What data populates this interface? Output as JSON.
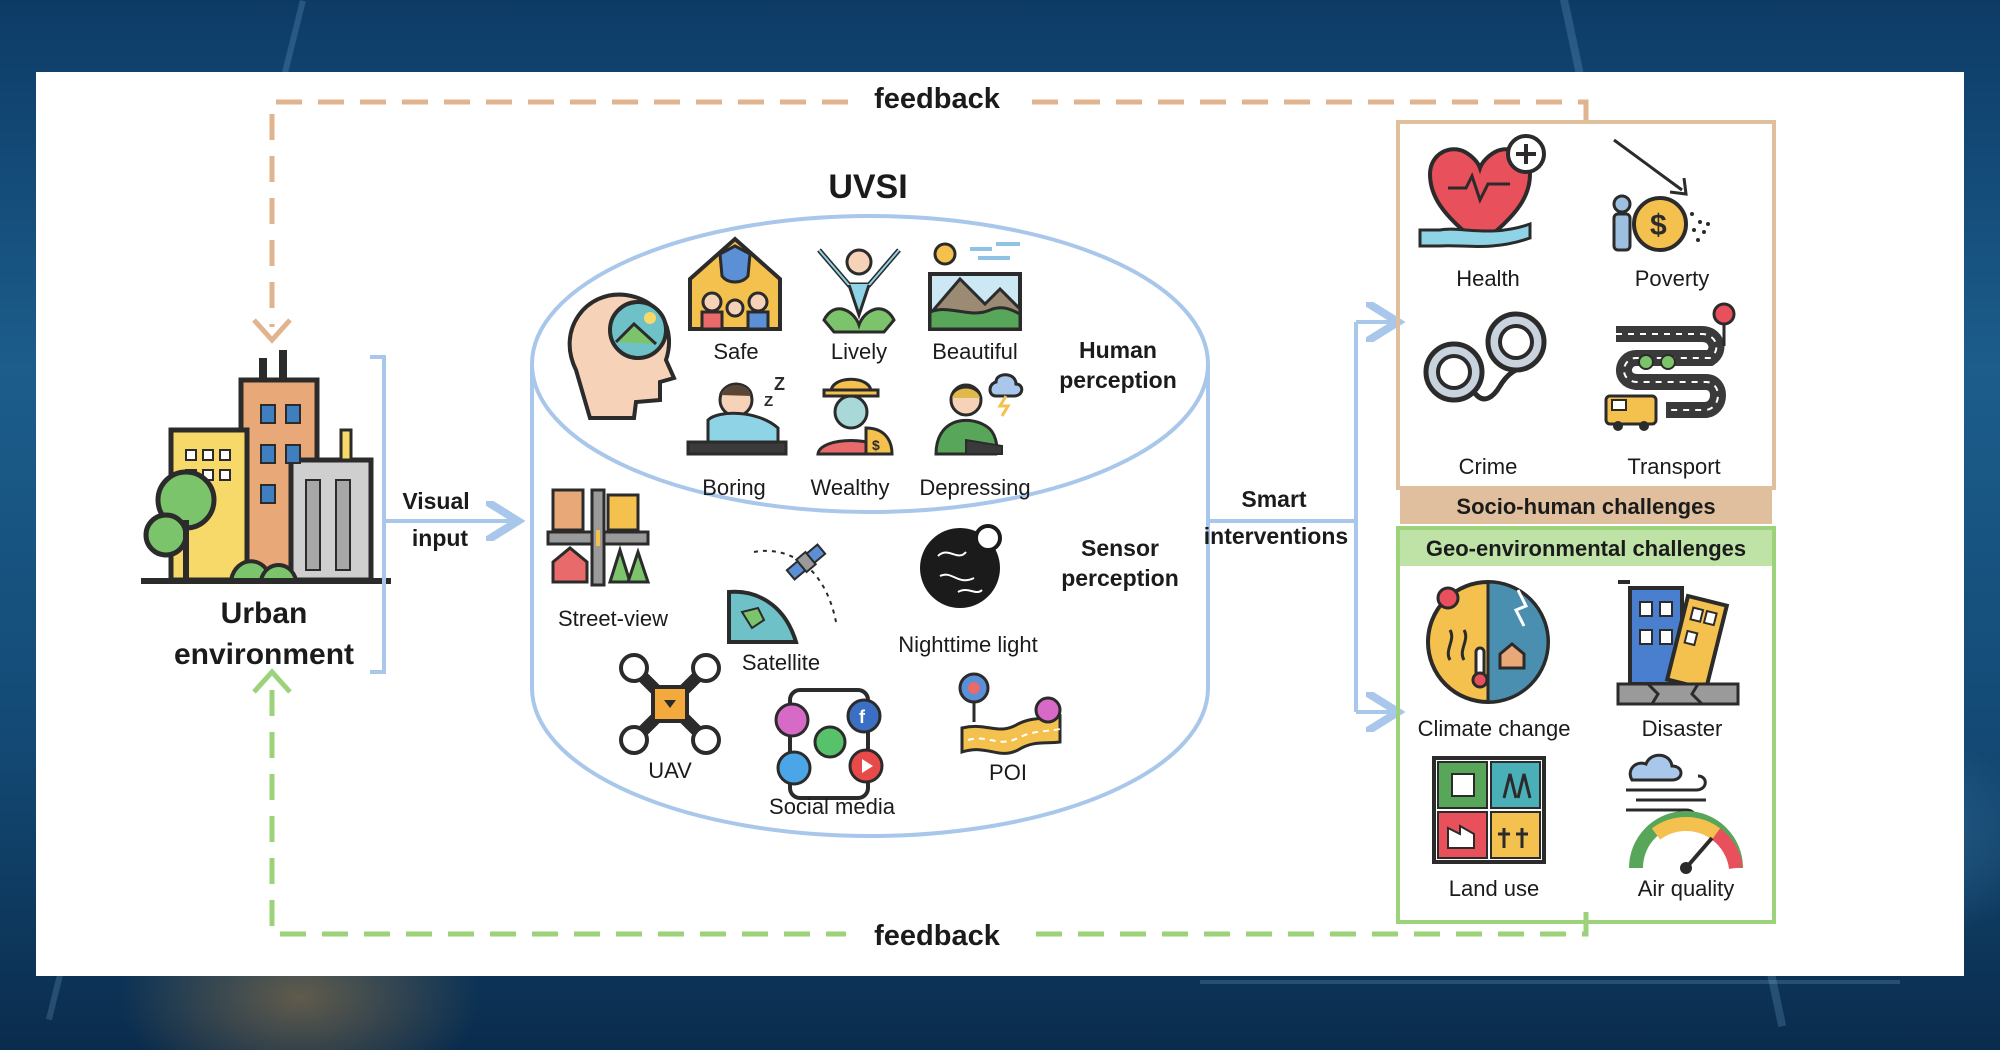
{
  "title": "UVSI",
  "feedback_top": "feedback",
  "feedback_bottom": "feedback",
  "urban": {
    "line1": "Urban",
    "line2": "environment"
  },
  "visual_input": {
    "line1": "Visual",
    "line2": "input"
  },
  "smart_interventions": {
    "line1": "Smart",
    "line2": "interventions"
  },
  "human_perception": {
    "line1": "Human",
    "line2": "perception",
    "items": [
      "Safe",
      "Lively",
      "Beautiful",
      "Boring",
      "Wealthy",
      "Depressing"
    ]
  },
  "sensor_perception": {
    "line1": "Sensor",
    "line2": "perception",
    "items": [
      "Street-view",
      "Satellite",
      "Nighttime light",
      "UAV",
      "Social media",
      "POI"
    ]
  },
  "socio_human": {
    "header": "Socio-human challenges",
    "items": [
      "Health",
      "Poverty",
      "Crime",
      "Transport"
    ]
  },
  "geo_environmental": {
    "header": "Geo-environmental challenges",
    "items": [
      "Climate change",
      "Disaster",
      "Land use",
      "Air quality"
    ]
  },
  "colors": {
    "feedback_top": "#e0b48f",
    "feedback_bottom": "#9cd27a",
    "cylinder": "#a9c7ea",
    "socio_header_bg": "#dfbf9e",
    "geo_header_bg": "#bfe3a6",
    "socio_border": "#dfbf9e",
    "geo_border": "#9cd27a"
  }
}
